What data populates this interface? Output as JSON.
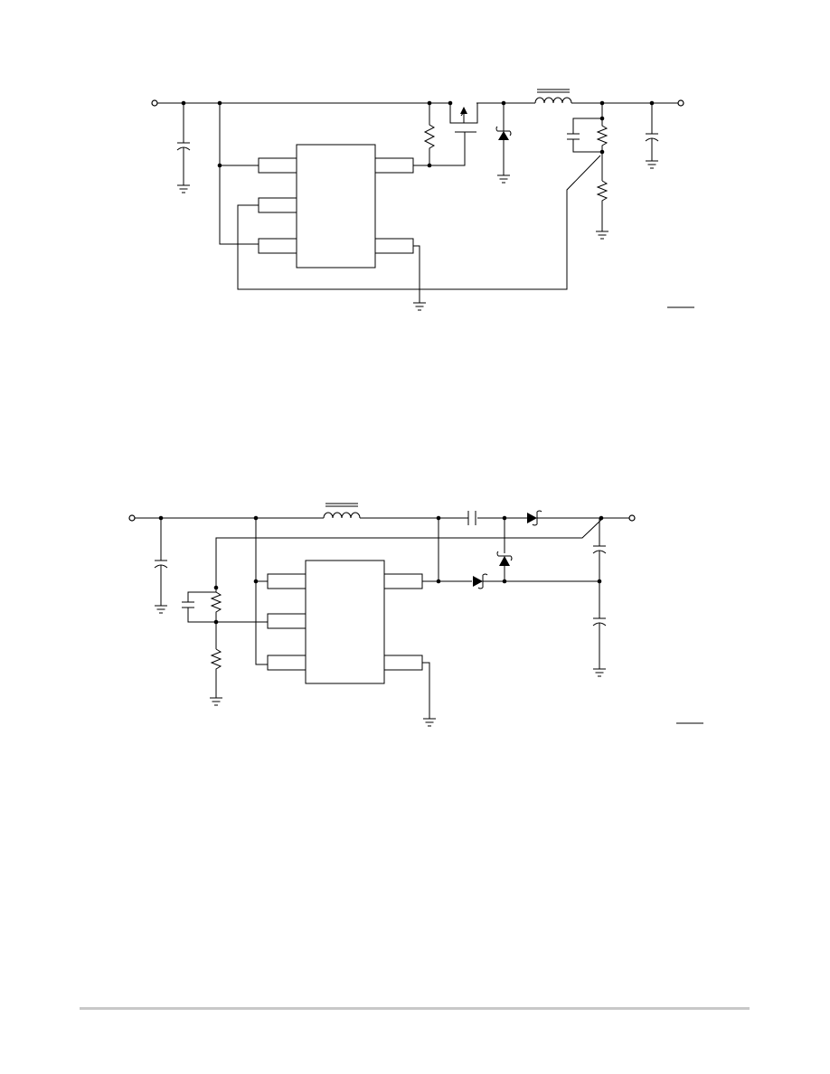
{
  "colors": {
    "ink": "#000000",
    "background": "#ffffff",
    "footer_rule": "#c8c8c8"
  },
  "figures": [
    {
      "id": "buck",
      "chip": "ic-1"
    },
    {
      "id": "sepic",
      "chip": "ic-2"
    }
  ]
}
